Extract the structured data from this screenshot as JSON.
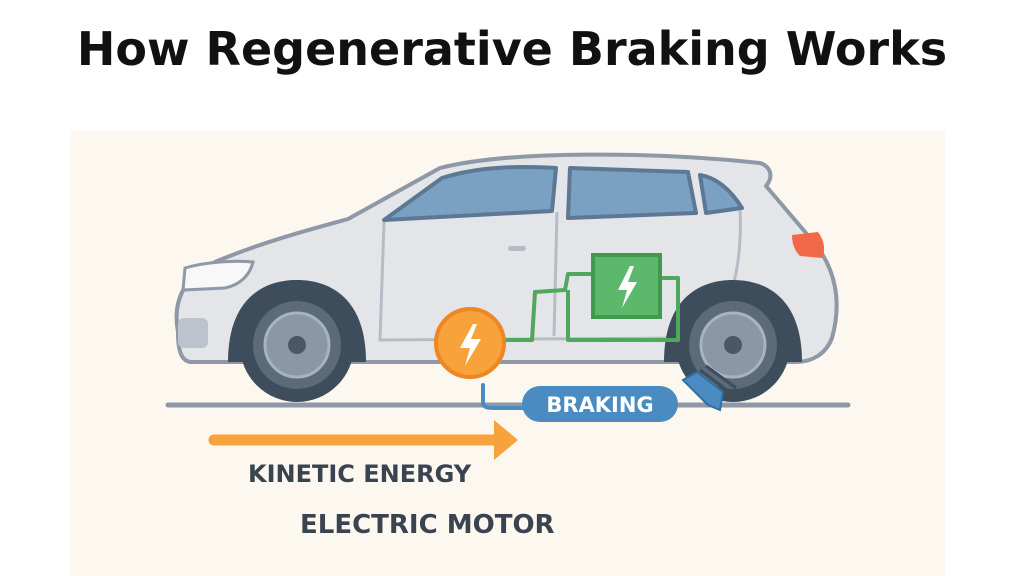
{
  "title": "How Regenerative Braking Works",
  "labels": {
    "braking": "BRAKING",
    "kinetic_energy": "KINETIC ENERGY",
    "electric_motor": "ELECTRIC MOTOR"
  },
  "icons": [
    "car-illustration",
    "electric-motor-icon",
    "battery-icon",
    "lightning-bolt-icon",
    "brake-caliper-icon",
    "arrow-right-icon"
  ],
  "colors": {
    "background": "#fcf7ef",
    "car_body": "#e4e5e8",
    "window": "#7aa1c2",
    "motor": "#f7a23a",
    "battery": "#5cb86a",
    "braking": "#4a8cc2",
    "arrow": "#f7a23a",
    "text": "#3a4350"
  }
}
